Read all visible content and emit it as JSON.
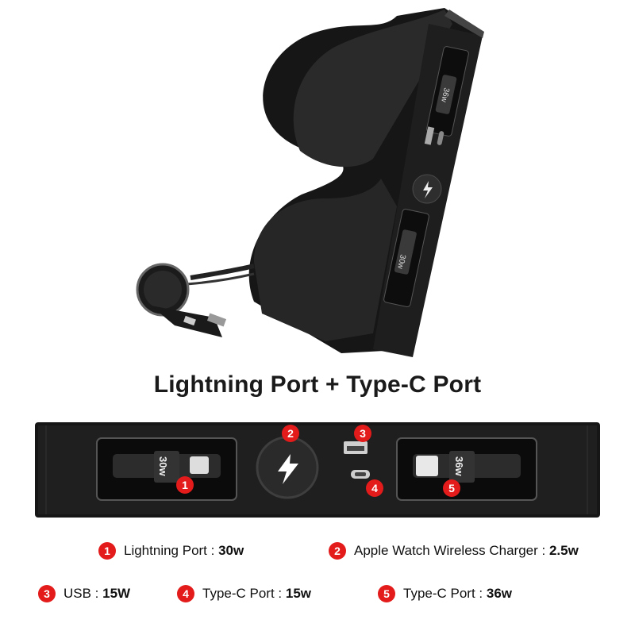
{
  "headline": "Lightning Port + Type-C Port",
  "photo": {
    "top_module": {
      "left_port_label": "30w",
      "upper_port_label": "36w"
    },
    "panel": {
      "left_port_label": "30w",
      "right_port_label": "36w"
    }
  },
  "markers": [
    "1",
    "2",
    "3",
    "4",
    "5"
  ],
  "legend": [
    {
      "num": "1",
      "name": "Lightning Port : ",
      "value": "30w"
    },
    {
      "num": "2",
      "name": "Apple Watch Wireless Charger : ",
      "value": "2.5w"
    },
    {
      "num": "3",
      "name": "USB : ",
      "value": "15W"
    },
    {
      "num": "4",
      "name": "Type-C Port : ",
      "value": "15w"
    },
    {
      "num": "5",
      "name": "Type-C Port : ",
      "value": "36w"
    }
  ],
  "colors": {
    "marker_red": "#e31b1b",
    "device_black": "#1c1c1c"
  }
}
